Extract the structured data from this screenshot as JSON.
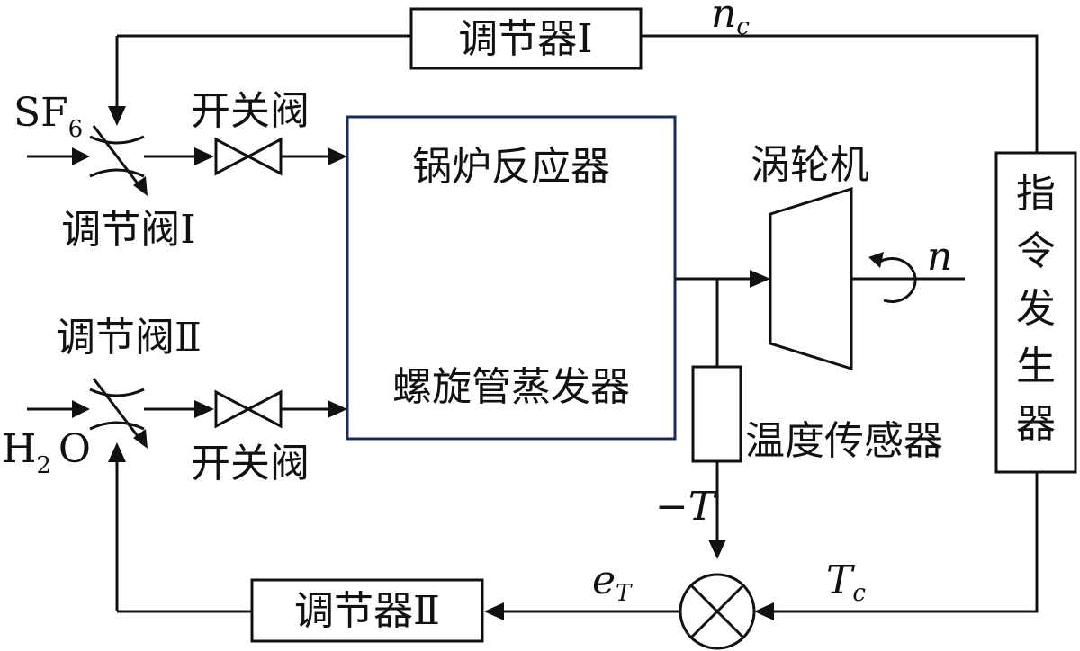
{
  "labels": {
    "regulator_1": "调节器Ⅰ",
    "regulator_2": "调节器Ⅱ",
    "sf6": "SF",
    "sf6_sub": "6",
    "h2o_h": "H",
    "h2o_sub": "2",
    "h2o_o": "O",
    "switch_valve_top": "开关阀",
    "switch_valve_bottom": "开关阀",
    "reg_valve_1": "调节阀Ⅰ",
    "reg_valve_2": "调节阀Ⅱ",
    "boiler_reactor": "锅炉反应器",
    "spiral_evaporator": "螺旋管蒸发器",
    "turbine": "涡轮机",
    "temp_sensor": "温度传感器",
    "command_generator": [
      "指",
      "令",
      "发",
      "生",
      "器"
    ],
    "speed": "n",
    "speed_cmd": "n",
    "speed_cmd_sub": "c",
    "neg_temp": "−T",
    "temp_cmd": "T",
    "temp_cmd_sub": "c",
    "temp_error": "e",
    "temp_error_sub": "T"
  },
  "colors": {
    "line": "#111111",
    "reactor_border": "#1a2a5a",
    "background": "#ffffff"
  }
}
